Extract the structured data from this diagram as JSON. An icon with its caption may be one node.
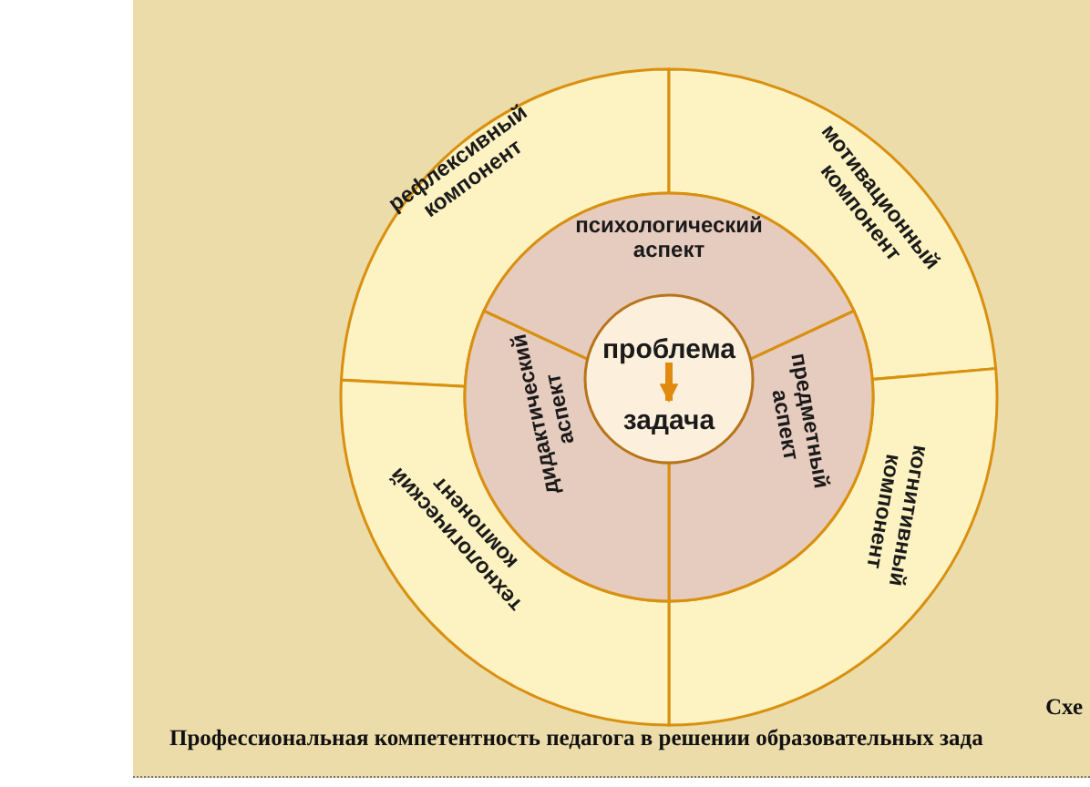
{
  "diagram": {
    "nodes": [
      {
        "text": [
          "рефлексивный компонент"
        ]
      },
      {
        "text": [
          "мотивационный компонент"
        ]
      },
      {
        "text": [
          "когнитивный компонент"
        ]
      },
      {
        "text": [
          "технологический компонент"
        ]
      },
      {
        "text": [
          "психологический аспект"
        ]
      },
      {
        "text": [
          "предметный аспект"
        ]
      },
      {
        "text": [
          "дидактический аспект"
        ]
      },
      {
        "text": [],
        "shape": "circle"
      },
      {
        "text": [
          "проблема"
        ],
        "in": 7
      },
      {
        "text": [
          "задача"
        ],
        "in": 7
      }
    ],
    "edges": [
      {
        "from": 8,
        "to": 9,
        "arrow": "to"
      }
    ],
    "labels": [
      "Схе",
      "Профессиональная компетентность педагога в решении образовательных зада"
    ]
  }
}
